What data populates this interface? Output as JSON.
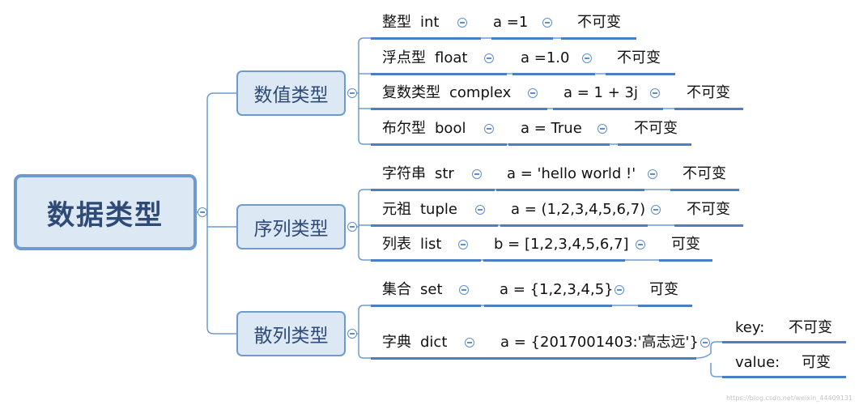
{
  "root": "数据类型",
  "watermark": "https://blog.csdn.net/weixin_44409131",
  "categories": [
    {
      "label": "数值类型",
      "items": [
        {
          "type": "整型",
          "name": "int",
          "example": "a =1",
          "mut": "不可变"
        },
        {
          "type": "浮点型",
          "name": "float",
          "example": "a =1.0",
          "mut": "不可变"
        },
        {
          "type": "复数类型",
          "name": "complex",
          "example": "a = 1 + 3j",
          "mut": "不可变"
        },
        {
          "type": "布尔型",
          "name": "bool",
          "example": "a = True",
          "mut": "不可变"
        }
      ]
    },
    {
      "label": "序列类型",
      "items": [
        {
          "type": "字符串",
          "name": "str",
          "example": "a = 'hello world !'",
          "mut": "不可变"
        },
        {
          "type": "元祖",
          "name": "tuple",
          "example": "a = (1,2,3,4,5,6,7)",
          "mut": "不可变"
        },
        {
          "type": "列表",
          "name": "list",
          "example": "b = [1,2,3,4,5,6,7]",
          "mut": "可变"
        }
      ]
    },
    {
      "label": "散列类型",
      "items": [
        {
          "type": "集合",
          "name": "set",
          "example": "a = {1,2,3,4,5}",
          "mut": "可变"
        },
        {
          "type": "字典",
          "name": "dict",
          "example": "a = {2017001403:'高志远'}",
          "children": [
            {
              "key": "key:",
              "mut": "不可变"
            },
            {
              "key": "value:",
              "mut": "可变"
            }
          ]
        }
      ]
    }
  ]
}
